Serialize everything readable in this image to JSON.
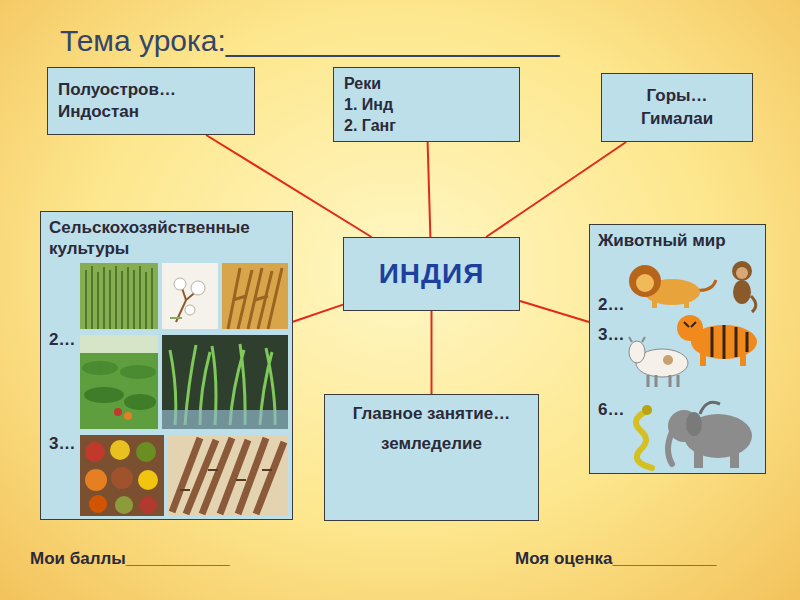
{
  "diagram": {
    "title": "Тема урока:____________________",
    "nodes": [
      {
        "text": [
          "Полуостров…",
          "Индостан"
        ]
      },
      {
        "text": [
          "Реки",
          "1. Инд",
          "2. Ганг"
        ]
      },
      {
        "text": [
          "Горы…",
          "Гималаи"
        ]
      },
      {
        "text": [
          "Сельскохозяйственные культуры",
          "2…",
          "3…"
        ]
      },
      {
        "text": [
          "ИНДИЯ"
        ]
      },
      {
        "text": [
          "Животный мир",
          "2…",
          "3…",
          "6…"
        ]
      },
      {
        "text": [
          "Главное занятие…",
          "земледелие"
        ]
      }
    ],
    "edges": [
      {
        "from": 4,
        "to": 0,
        "arrow": "none"
      },
      {
        "from": 4,
        "to": 1,
        "arrow": "none"
      },
      {
        "from": 4,
        "to": 2,
        "arrow": "none"
      },
      {
        "from": 4,
        "to": 3,
        "arrow": "none"
      },
      {
        "from": 4,
        "to": 5,
        "arrow": "none"
      },
      {
        "from": 4,
        "to": 6,
        "arrow": "none"
      }
    ],
    "labels": [
      "Мои баллы___________",
      "Моя оценка___________"
    ]
  }
}
